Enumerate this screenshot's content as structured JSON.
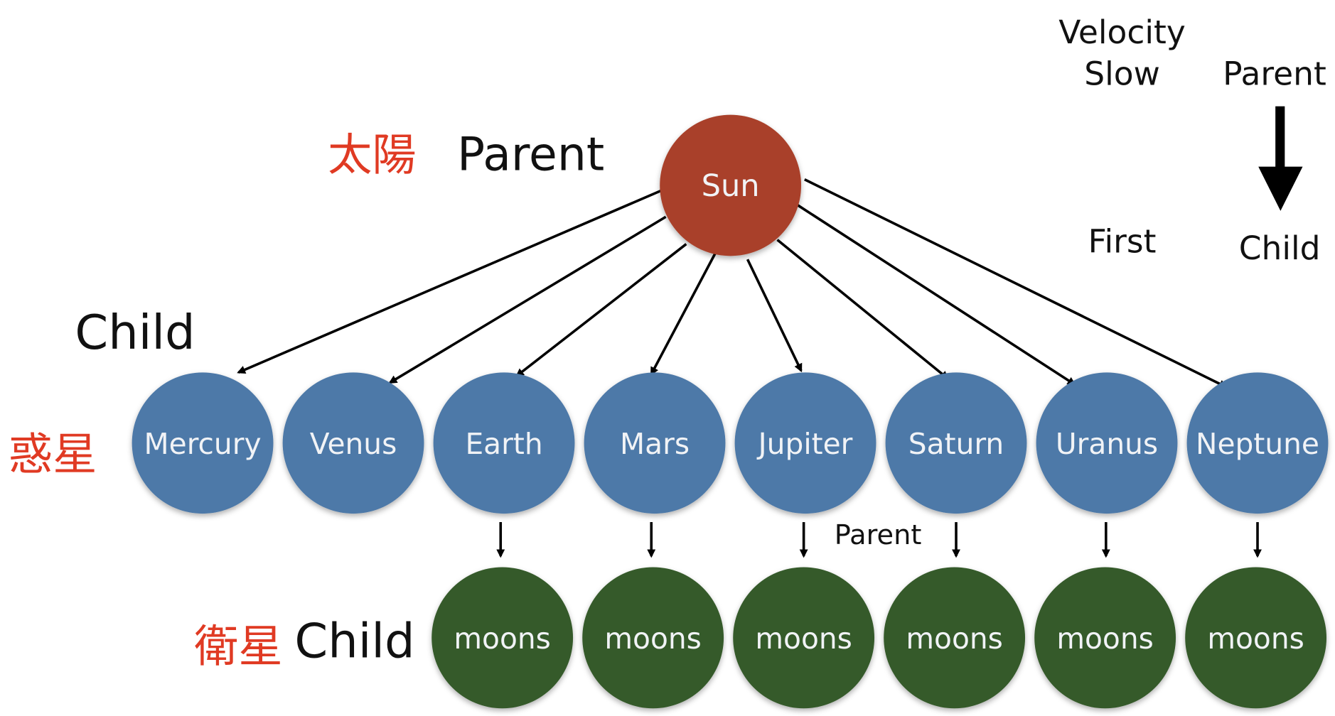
{
  "colors": {
    "sun": "#a94129",
    "planet": "#4e79a8",
    "moon": "#355a2b",
    "jp_label": "#e03a23"
  },
  "labels": {
    "sun_jp": "太陽",
    "sun_role": "Parent",
    "planet_role": "Child",
    "planet_jp": "惑星",
    "moon_jp": "衛星",
    "moon_role": "Child",
    "moon_parent": "Parent"
  },
  "legend": {
    "velocity": "Velocity",
    "slow": "Slow",
    "first": "First",
    "parent": "Parent",
    "child": "Child"
  },
  "sun": {
    "label": "Sun"
  },
  "planets": [
    "Mercury",
    "Venus",
    "Earth",
    "Mars",
    "Jupiter",
    "Saturn",
    "Uranus",
    "Neptune"
  ],
  "moons": [
    "moons",
    "moons",
    "moons",
    "moons",
    "moons",
    "moons"
  ]
}
